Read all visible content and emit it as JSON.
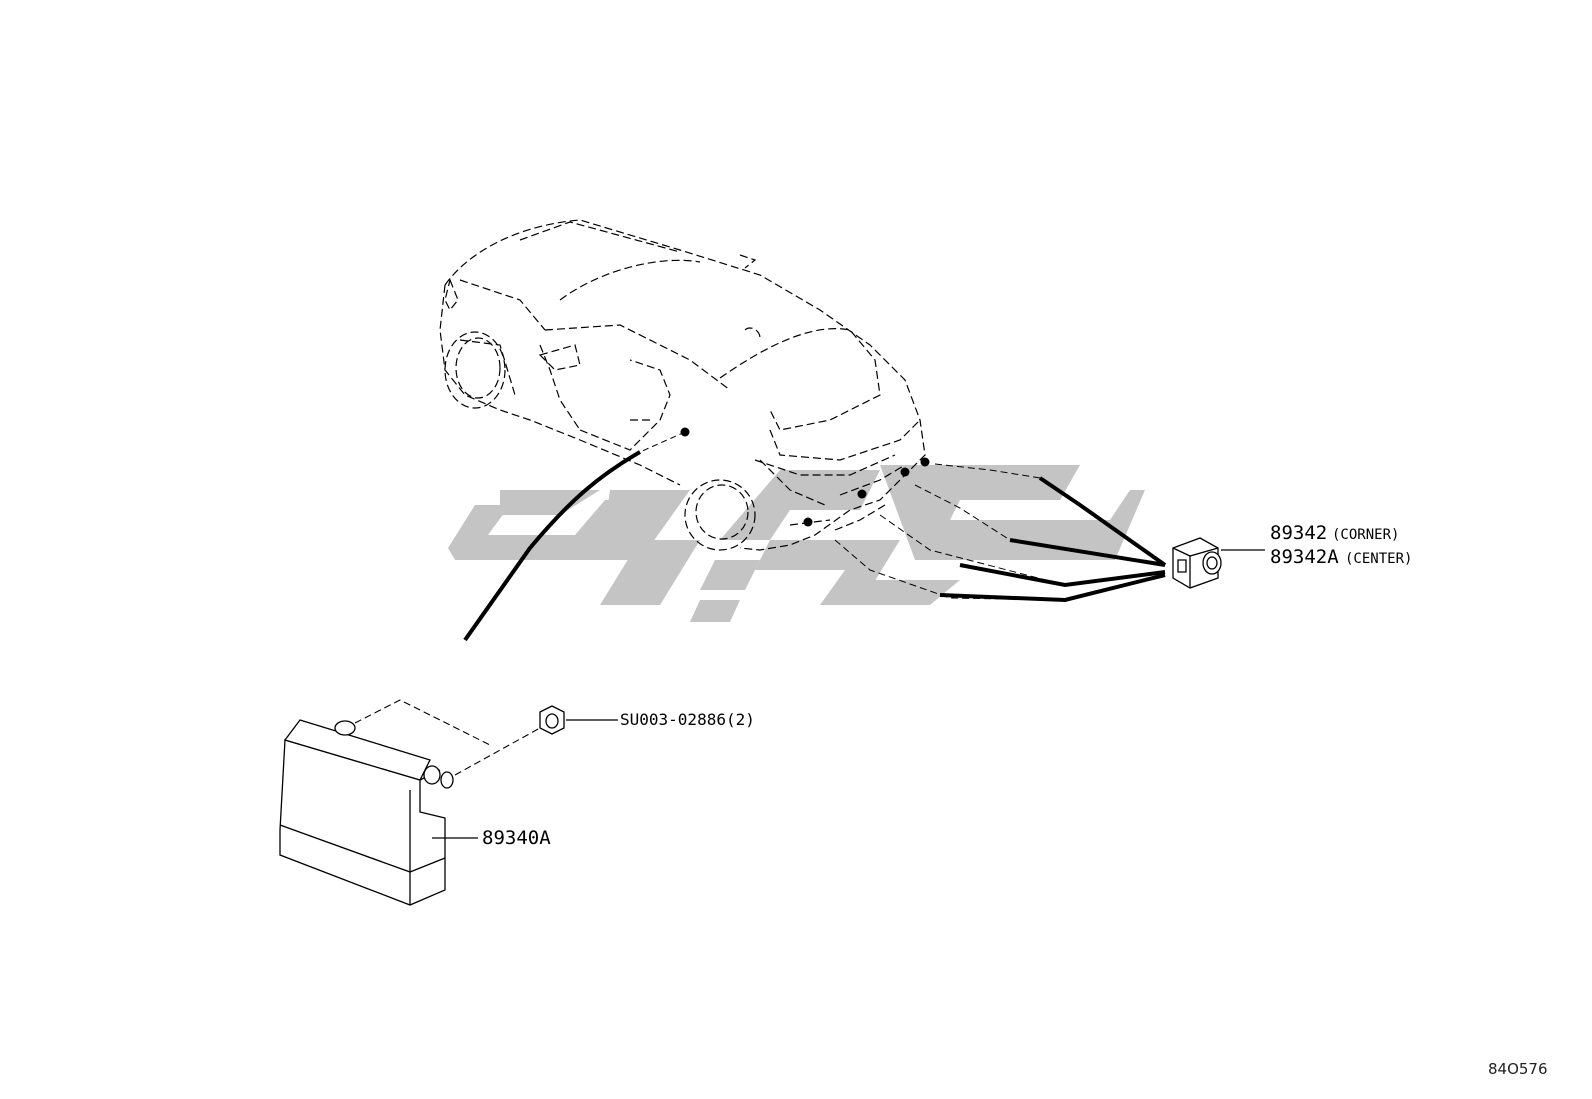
{
  "labels": {
    "corner_part": "89342",
    "corner_note": "(CORNER)",
    "center_part": "89342A",
    "center_note": "(CENTER)",
    "bolt": "SU003-02886(2)",
    "ecu": "89340A",
    "ref_code": "84O576"
  },
  "colors": {
    "line": "#000000",
    "watermark": "#c4c4c4",
    "background": "#ffffff"
  }
}
